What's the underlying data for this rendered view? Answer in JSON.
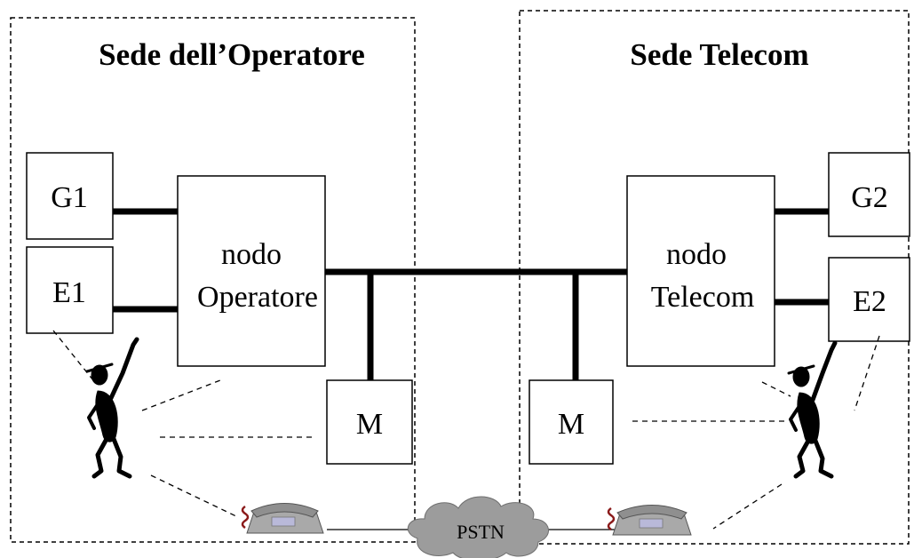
{
  "zones": {
    "operator_title": "Sede dell’Operatore",
    "telecom_title": "Sede Telecom"
  },
  "boxes": {
    "g1": "G1",
    "e1": "E1",
    "node_operator_line1": "nodo",
    "node_operator_line2": "Operatore",
    "modem_left": "M",
    "modem_right": "M",
    "node_telecom_line1": "nodo",
    "node_telecom_line2": "Telecom",
    "g2": "G2",
    "e2": "E2"
  },
  "network": {
    "pstn": "PSTN"
  },
  "icons": {
    "person_left": "pointing-person-icon",
    "person_right": "pointing-person-icon",
    "phone_left": "telephone-icon",
    "phone_right": "telephone-icon",
    "cloud": "cloud-icon"
  },
  "colors": {
    "line": "#000000",
    "cloud_fill": "#9c9c9c",
    "phone_body": "#a9a9a9",
    "phone_cord": "#8b1a1a"
  }
}
